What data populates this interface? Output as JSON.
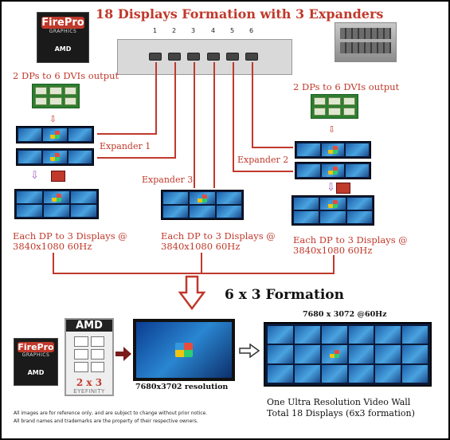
{
  "title": "18 Displays Formation with 3 Expanders",
  "badge": {
    "brand": "FirePro",
    "sub": "GRAPHICS",
    "vendor": "AMD"
  },
  "ports": [
    "1",
    "2",
    "3",
    "4",
    "5",
    "6"
  ],
  "left": {
    "caption": "2 DPs to 6 DVIs output",
    "expander": "Expander 1",
    "bottom_line1": "Each DP to 3 Displays @",
    "bottom_line2": "3840x1080 60Hz"
  },
  "middle": {
    "expander": "Expander 3",
    "bottom_line1": "Each DP to 3 Displays @",
    "bottom_line2": "3840x1080 60Hz"
  },
  "right": {
    "caption": "2 DPs to 6 DVIs output",
    "expander": "Expander 2",
    "bottom_line1": "Each DP to 3 Displays @",
    "bottom_line2": "3840x1080 60Hz"
  },
  "formation": "6 x 3 Formation",
  "eyefinity": {
    "vendor": "AMD",
    "config": "2 x 3",
    "label": "EYEFINITY"
  },
  "screen_caption": "7680x3702 resolution",
  "wall_caption": "7680 x 3072 @60Hz",
  "wall_desc_line1": "One Ultra Resolution Video Wall",
  "wall_desc_line2": "Total 18 Displays (6x3 formation)",
  "disclaimer_line1": "All images are for reference only, and are subject to change without prior notice.",
  "disclaimer_line2": "All brand names and trademarks are the property of their respective owners."
}
